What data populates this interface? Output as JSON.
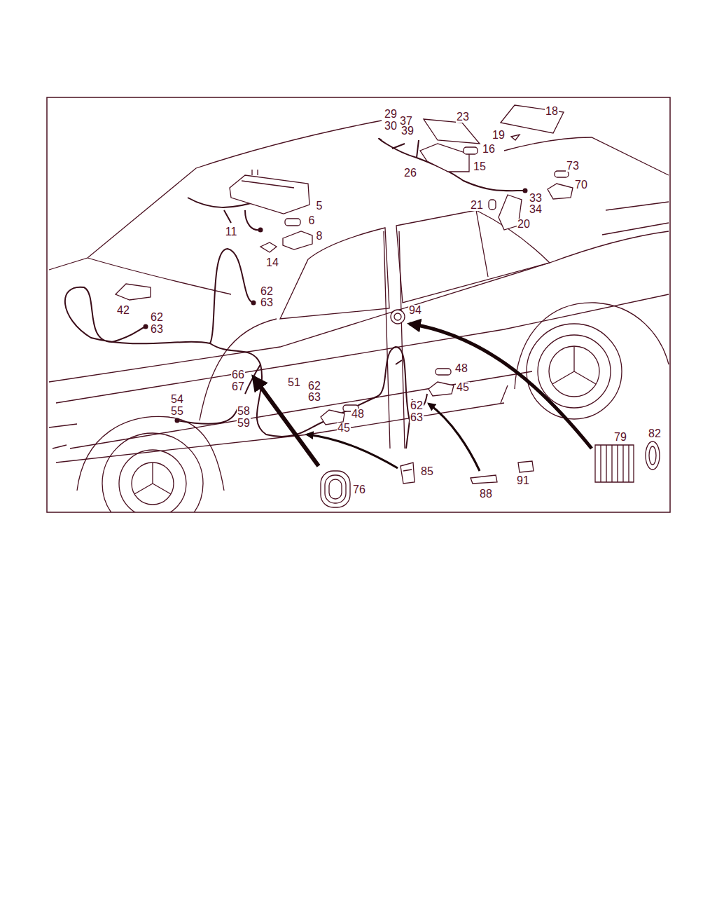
{
  "diagram": {
    "labels": [
      "29",
      "37",
      "23",
      "18",
      "30",
      "39",
      "19",
      "16",
      "73",
      "15",
      "26",
      "70",
      "5",
      "21",
      "33",
      "34",
      "6",
      "20",
      "11",
      "8",
      "14",
      "62",
      "63",
      "42",
      "94",
      "62",
      "63",
      "48",
      "66",
      "51",
      "62",
      "45",
      "67",
      "63",
      "54",
      "62",
      "55",
      "58",
      "48",
      "63",
      "59",
      "45",
      "79",
      "82",
      "85",
      "91",
      "76",
      "88"
    ]
  }
}
